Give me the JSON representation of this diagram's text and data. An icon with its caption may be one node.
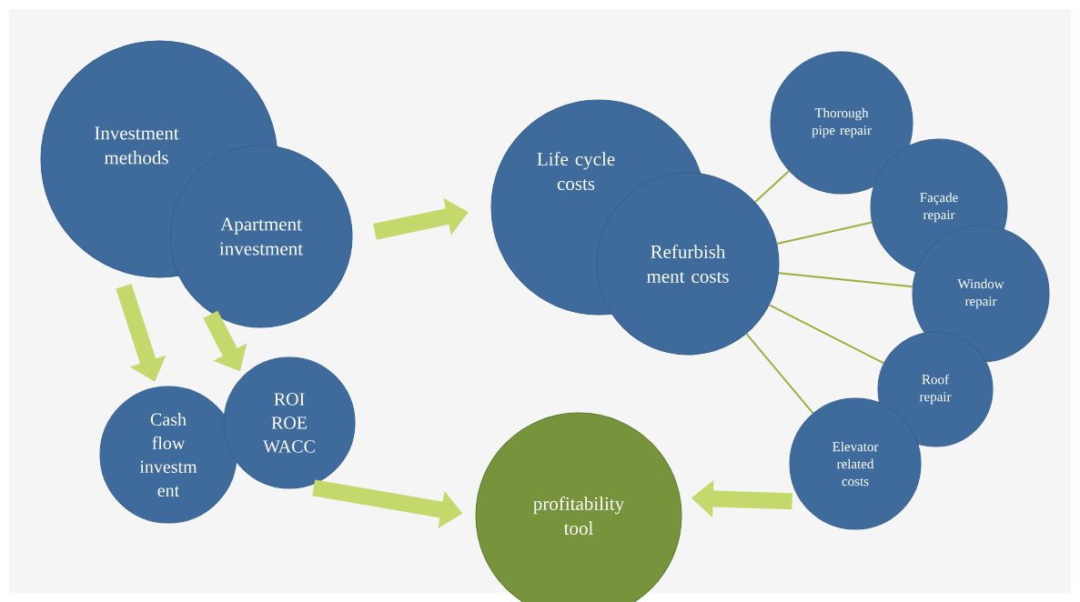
{
  "diagram": {
    "nodes": [
      {
        "text": [
          "Investment methods"
        ]
      },
      {
        "text": [
          "Apartment investment"
        ]
      },
      {
        "text": [
          "Life cycle costs"
        ]
      },
      {
        "text": [
          "Refurbish ment costs"
        ]
      },
      {
        "text": [
          "Thorough pipe repair"
        ]
      },
      {
        "text": [
          "Façade repair"
        ]
      },
      {
        "text": [
          "Window repair"
        ]
      },
      {
        "text": [
          "Roof repair"
        ]
      },
      {
        "text": [
          "Elevator related costs"
        ]
      },
      {
        "text": [
          "Cash flow investm ent"
        ]
      },
      {
        "text": [
          "ROI ROE WACC"
        ]
      },
      {
        "text": [
          "profitability tool"
        ]
      }
    ],
    "edges": [
      {
        "from": 1,
        "to": 2,
        "arrow": "to",
        "style": "thick"
      },
      {
        "from": 0,
        "to": 9,
        "arrow": "to",
        "style": "thick"
      },
      {
        "from": 1,
        "to": 10,
        "arrow": "to",
        "style": "thick"
      },
      {
        "from": 10,
        "to": 11,
        "arrow": "to",
        "style": "thick"
      },
      {
        "from": 8,
        "to": 11,
        "arrow": "to",
        "style": "thick"
      },
      {
        "from": 3,
        "to": 4,
        "arrow": "none"
      },
      {
        "from": 3,
        "to": 5,
        "arrow": "none"
      },
      {
        "from": 3,
        "to": 6,
        "arrow": "none"
      },
      {
        "from": 3,
        "to": 7,
        "arrow": "none"
      },
      {
        "from": 3,
        "to": 8,
        "arrow": "none"
      }
    ]
  }
}
